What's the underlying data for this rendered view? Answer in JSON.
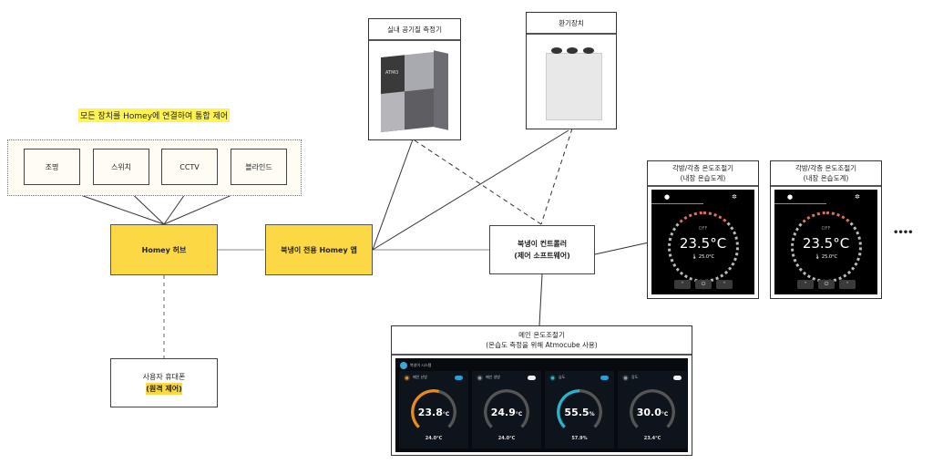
{
  "caption": "모든 장치를 Homey에 연결하여 통합 제어",
  "devices": [
    {
      "label": "조명"
    },
    {
      "label": "스위치"
    },
    {
      "label": "CCTV"
    },
    {
      "label": "블라인드"
    }
  ],
  "homey_hub": "Homey 허브",
  "homey_app": "북냉이 전용 Homey 앱",
  "phone": {
    "line1": "사용자 휴대폰",
    "line2": "(원격 제어)"
  },
  "air_sensor": {
    "title": "실내 공기질 측정기",
    "brand": "ATMO"
  },
  "ventilator": {
    "title": "환기장치"
  },
  "controller": {
    "line1": "북냉이 컨트롤러",
    "line2": "(제어 소프트웨어)"
  },
  "room_thermostats": [
    {
      "title1": "각방/각층 온도조절기",
      "title2": "(내장 온습도계)",
      "mode_off": "OFF",
      "temperature": "23.5°C",
      "setpoint": "🌡 25.0°C",
      "heat_icon": "●",
      "cool_icon": "✲",
      "btn_down": "˅",
      "btn_power": "⏻",
      "btn_up": "˄"
    },
    {
      "title1": "각방/각층 온도조절기",
      "title2": "(내장 온습도계)",
      "mode_off": "OFF",
      "temperature": "23.5°C",
      "setpoint": "🌡 25.0°C",
      "heat_icon": "●",
      "cool_icon": "✲",
      "btn_down": "˅",
      "btn_power": "⏻",
      "btn_up": "˄"
    }
  ],
  "more_indicator": "••••",
  "main_thermostat": {
    "title1": "메인 온도조절기",
    "title2": "(온습도 측정을 위해 Atmocube 사용)",
    "app_name": "북냉이 시스템",
    "panels": [
      {
        "label": "메인 난방",
        "value": "23.8",
        "unit": "°C",
        "target": "24.0°C",
        "accent": "#e88a1e",
        "toggle_on": true,
        "fill": 0.55
      },
      {
        "label": "메인 냉방",
        "value": "24.9",
        "unit": "°C",
        "target": "24.0°C",
        "accent": "#8e96a3",
        "toggle_on": false,
        "fill": 0.0
      },
      {
        "label": "습도",
        "value": "55.5",
        "unit": "%",
        "target": "57.9%",
        "accent": "#2ab3c9",
        "toggle_on": true,
        "fill": 0.5
      },
      {
        "label": "강도",
        "value": "30.0",
        "unit": "°C",
        "target": "23.4°C",
        "accent": "#8e96a3",
        "toggle_on": false,
        "fill": 0.0
      }
    ]
  }
}
